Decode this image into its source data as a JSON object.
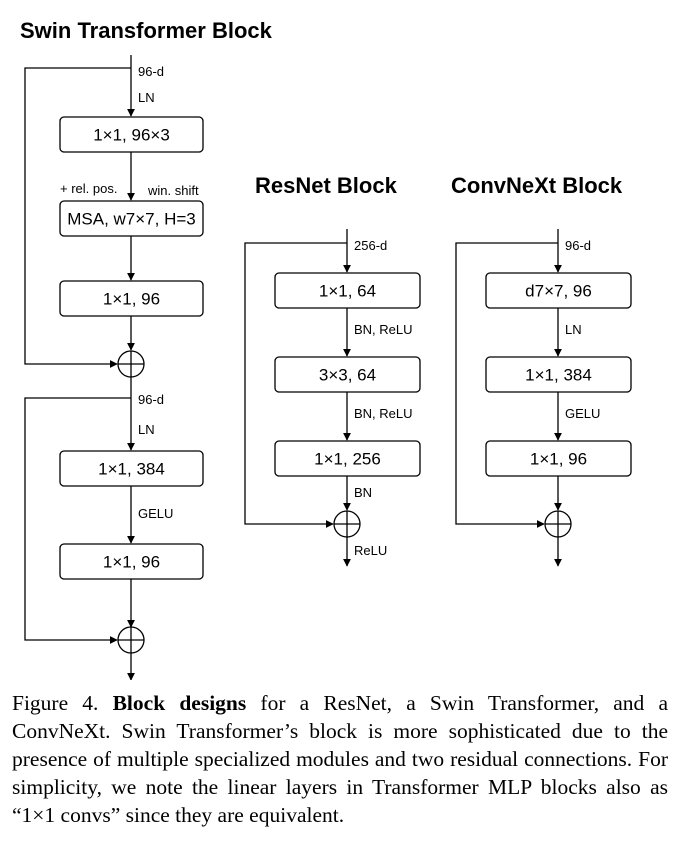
{
  "swin": {
    "title": "Swin Transformer Block",
    "top_dim": "96-d",
    "ln1": "LN",
    "box1": "1×1, 96×3",
    "rel_pos": "+ rel. pos.",
    "win_shift": "win. shift",
    "box_msa": "MSA, w7×7, H=3",
    "box2": "1×1, 96",
    "mid_dim": "96-d",
    "ln2": "LN",
    "box3": "1×1, 384",
    "gelu": "GELU",
    "box4": "1×1, 96"
  },
  "resnet": {
    "title": "ResNet Block",
    "top_dim": "256-d",
    "box1": "1×1, 64",
    "act1": "BN, ReLU",
    "box2": "3×3, 64",
    "act2": "BN, ReLU",
    "box3": "1×1, 256",
    "bn": "BN",
    "relu": "ReLU"
  },
  "convnext": {
    "title": "ConvNeXt Block",
    "top_dim": "96-d",
    "box1": "d7×7, 96",
    "ln": "LN",
    "box2": "1×1, 384",
    "gelu": "GELU",
    "box3": "1×1, 96"
  },
  "caption": {
    "label": "Figure 4. ",
    "bold": "Block designs",
    "text": " for a ResNet, a Swin Transformer, and a ConvNeXt. Swin Transformer’s block is more sophisticated due to the presence of multiple specialized modules and two residual connections. For simplicity, we note the linear layers in Transformer MLP blocks also as “1×1 convs” since they are equivalent."
  }
}
